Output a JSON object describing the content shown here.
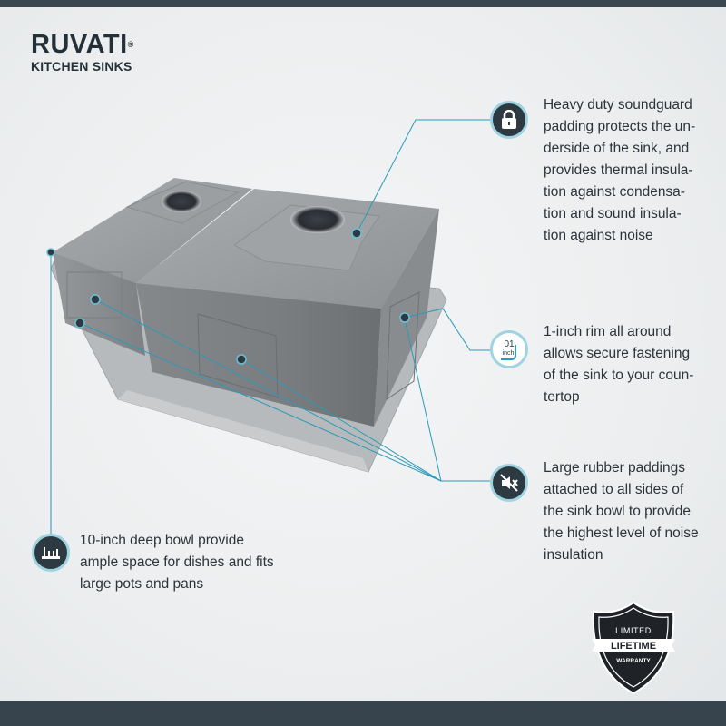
{
  "brand": {
    "name": "RUVATI",
    "sub": "KITCHEN SINKS",
    "reg": "®"
  },
  "features": [
    {
      "icon": "lock-icon",
      "lines": [
        "Heavy duty soundguard",
        "padding protects the un-",
        "derside of the sink, and",
        "provides thermal insula-",
        "tion against condensa-",
        "tion and sound insula-",
        "tion against noise"
      ]
    },
    {
      "icon": "rim-inch-icon",
      "icon_text": [
        "01",
        "inch"
      ],
      "lines": [
        "1-inch rim all around",
        "allows secure fastening",
        "of the sink to your coun-",
        "tertop"
      ]
    },
    {
      "icon": "mute-icon",
      "lines": [
        "Large rubber paddings",
        "attached to all sides of",
        "the sink bowl to provide",
        "the highest level of noise",
        "insulation"
      ]
    },
    {
      "icon": "ruler-depth-icon",
      "lines": [
        "10-inch deep bowl provide",
        "ample space for dishes and fits",
        "large pots and pans"
      ]
    }
  ],
  "badge": {
    "top": "LIMITED",
    "middle": "LIFETIME",
    "bottom": "WARRANTY"
  },
  "colors": {
    "accent": "#2a9ab8",
    "icon_bg": "#2e3a42",
    "icon_ring": "#9fd3e0",
    "bar": "#37444e"
  }
}
